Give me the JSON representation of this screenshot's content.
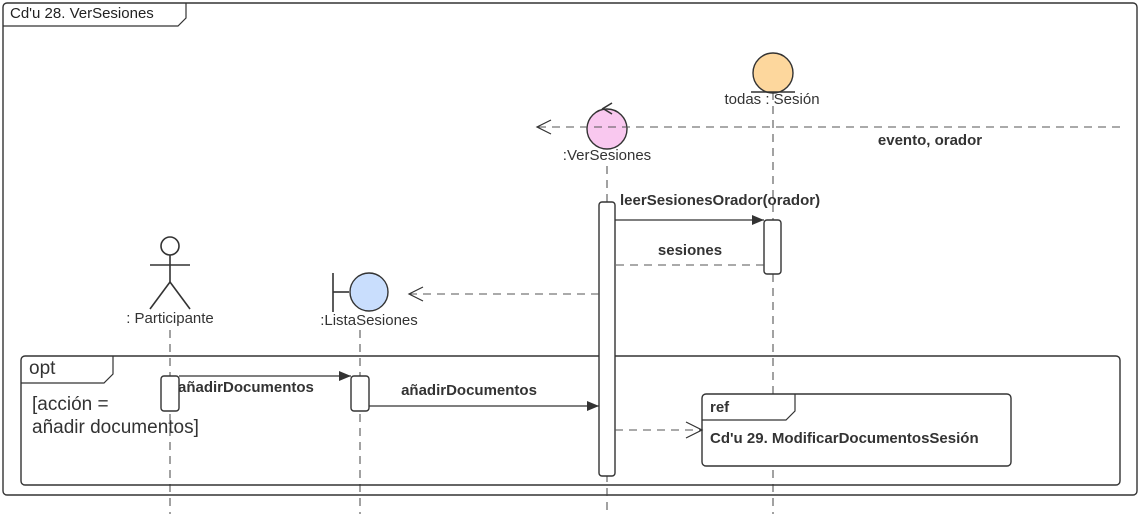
{
  "diagram": {
    "frame_title": "Cd'u 28. VerSesiones",
    "lifelines": {
      "participante": ": Participante",
      "lista_sesiones": ":ListaSesiones",
      "ver_sesiones": ":VerSesiones",
      "sesion": "todas : Sesión"
    },
    "messages": {
      "evento_orador": "evento, orador",
      "leer_sesiones": "leerSesionesOrador(orador)",
      "sesiones": "sesiones",
      "anadir_documentos_1": "añadirDocumentos",
      "anadir_documentos_2": "añadirDocumentos"
    },
    "opt_fragment": {
      "operator": "opt",
      "guard_line1": "[acción =",
      "guard_line2": "añadir documentos]"
    },
    "ref_fragment": {
      "operator": "ref",
      "text": "Cd'u 29. ModificarDocumentosSesión"
    },
    "colors": {
      "control": "#f9c8ef",
      "boundary": "#c9defd",
      "entity": "#fdd79d"
    }
  }
}
